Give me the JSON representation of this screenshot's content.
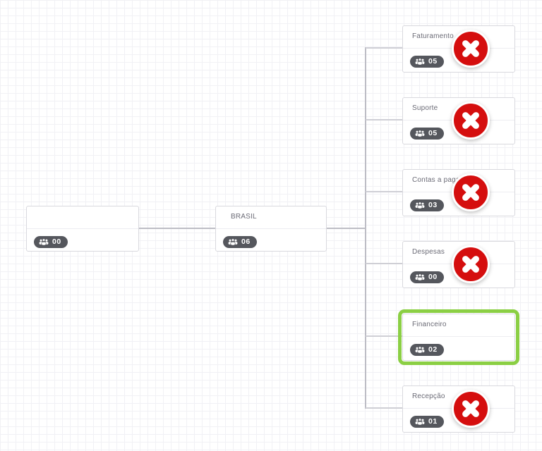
{
  "chart_title": "organization-chart",
  "nodes": {
    "root": {
      "title": "",
      "count": "00"
    },
    "parent": {
      "title": "BRASIL",
      "count": "06"
    },
    "children": [
      {
        "title": "Faturamento",
        "count": "05",
        "status": "delete-marked"
      },
      {
        "title": "Suporte",
        "count": "05",
        "status": "delete-marked"
      },
      {
        "title": "Contas a pagar",
        "count": "03",
        "status": "delete-marked"
      },
      {
        "title": "Despesas",
        "count": "00",
        "status": "delete-marked"
      },
      {
        "title": "Financeiro",
        "count": "02",
        "status": "selected"
      },
      {
        "title": "Recepção",
        "count": "01",
        "status": "delete-marked"
      }
    ]
  },
  "colors": {
    "delete_red": "#d50e0e",
    "selection_green": "#8bcf44",
    "badge_gray": "#55575d",
    "connector_gray": "#bdbdc5",
    "grid_gray": "#f1f1f5"
  },
  "icons": {
    "badge": "group-icon",
    "delete": "x-circle-icon"
  }
}
